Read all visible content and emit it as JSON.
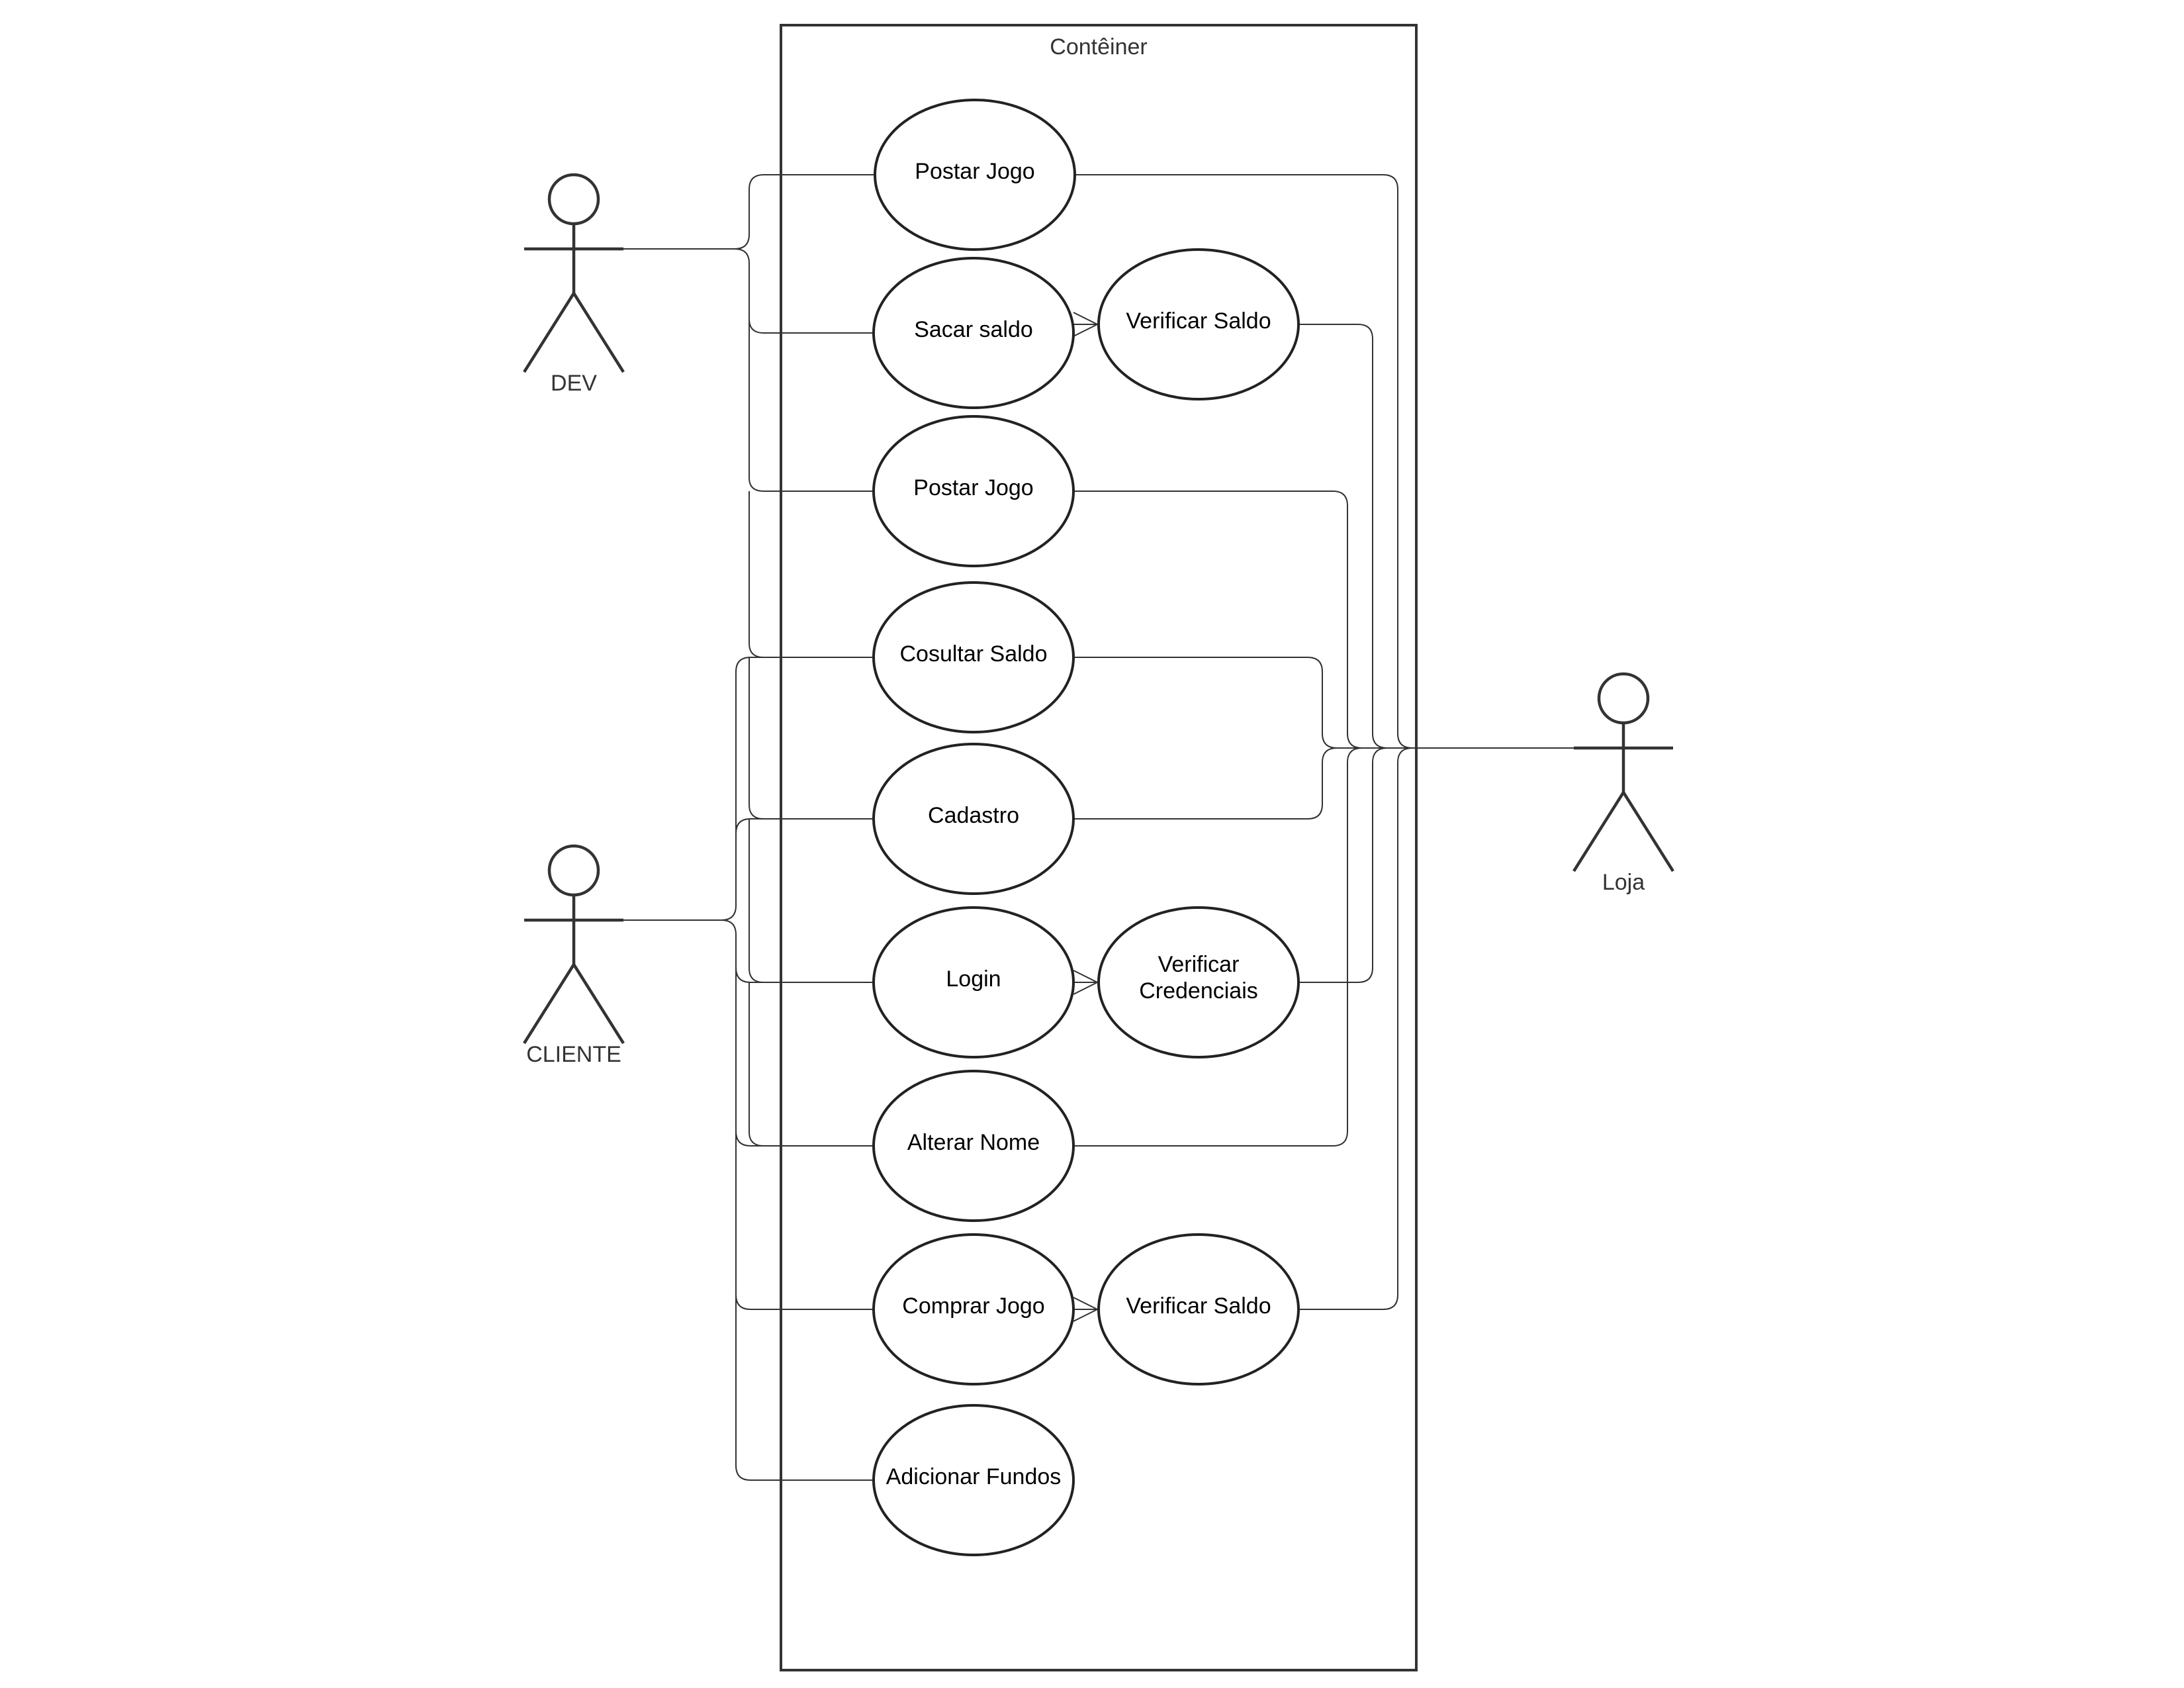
{
  "system": {
    "title": "Contêiner"
  },
  "actors": {
    "dev": "DEV",
    "cliente": "CLIENTE",
    "loja": "Loja"
  },
  "use_cases": {
    "postar_jogo_1": "Postar Jogo",
    "sacar_saldo": "Sacar saldo",
    "verificar_saldo_1": "Verificar Saldo",
    "postar_jogo_2": "Postar Jogo",
    "consultar_saldo": "Cosultar Saldo",
    "cadastro": "Cadastro",
    "login": "Login",
    "verificar_credenciais_line1": "Verificar",
    "verificar_credenciais_line2": "Credenciais",
    "alterar_nome": "Alterar Nome",
    "comprar_jogo": "Comprar Jogo",
    "verificar_saldo_2": "Verificar Saldo",
    "adicionar_fundos": "Adicionar Fundos"
  }
}
